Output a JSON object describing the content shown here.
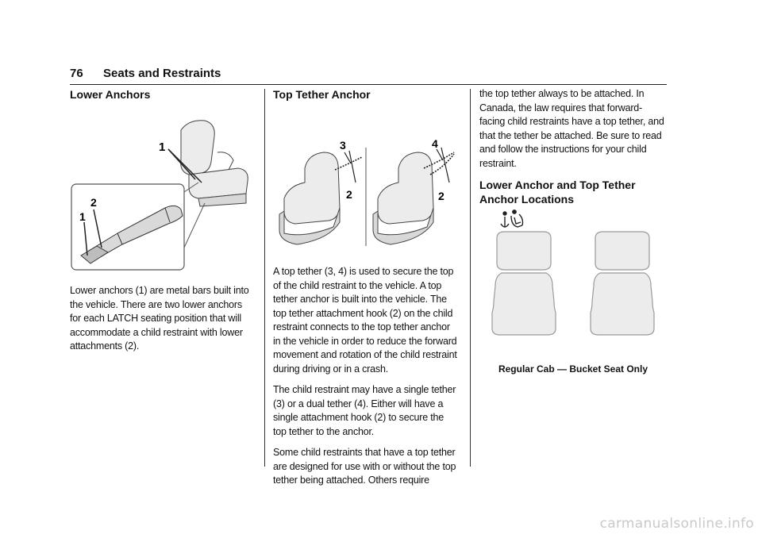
{
  "header": {
    "page_number": "76",
    "section": "Seats and Restraints"
  },
  "lower_anchors": {
    "heading": "Lower Anchors",
    "figure_callouts": [
      "1",
      "1",
      "2"
    ],
    "body": "Lower anchors (1) are metal bars built into the vehicle. There are two lower anchors for each LATCH seating position that will accommodate a child restraint with lower attachments (2)."
  },
  "top_tether": {
    "heading": "Top Tether Anchor",
    "figure_callouts": [
      "3",
      "2",
      "4",
      "2"
    ],
    "paragraphs": [
      "A top tether (3, 4) is used to secure the top of the child restraint to the vehicle. A top tether anchor is built into the vehicle. The top tether attachment hook (2) on the child restraint connects to the top tether anchor in the vehicle in order to reduce the forward movement and rotation of the child restraint during driving or in a crash.",
      "The child restraint may have a single tether (3) or a dual tether (4). Either will have a single attachment hook (2) to secure the top tether to the anchor.",
      "Some child restraints that have a top tether are designed for use with or without the top tether being attached. Others require"
    ]
  },
  "continued": {
    "text": "the top tether always to be attached. In Canada, the law requires that forward-facing child restraints have a top tether, and that the tether be attached. Be sure to read and follow the instructions for your child restraint."
  },
  "locations": {
    "heading": "Lower Anchor and Top Tether Anchor Locations",
    "caption": "Regular Cab — Bucket Seat Only"
  },
  "watermark": "carmanualsonline.info"
}
